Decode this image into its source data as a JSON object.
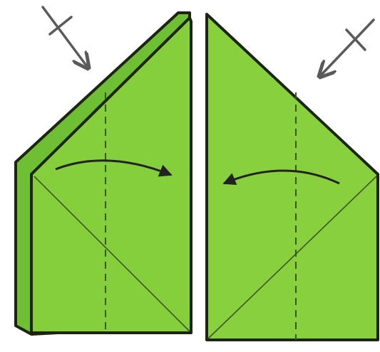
{
  "diagram": {
    "kind": "origami-instruction-step",
    "colors": {
      "background": "#ffffff",
      "paper_back_layer": "#6fbf35",
      "paper_left_flap": "#86cf3c",
      "paper_right_flap": "#89d03e",
      "outline": "#1d2512",
      "fold_line": "#3b5524",
      "arrow": "#222222",
      "marker_arrow": "#5a5a5a"
    },
    "icons": {
      "left_marker": "crossed-arrow-icon",
      "right_marker": "crossed-arrow-icon",
      "left_fold_arrow": "curved-fold-arrow-icon",
      "right_fold_arrow": "curved-fold-arrow-icon"
    },
    "fold_instructions": [
      {
        "flap": "left",
        "action": "valley-fold",
        "direction": "right"
      },
      {
        "flap": "right",
        "action": "valley-fold",
        "direction": "left"
      }
    ],
    "line_styles": {
      "fold_guides": "dashed",
      "creases": "solid-thin"
    }
  }
}
